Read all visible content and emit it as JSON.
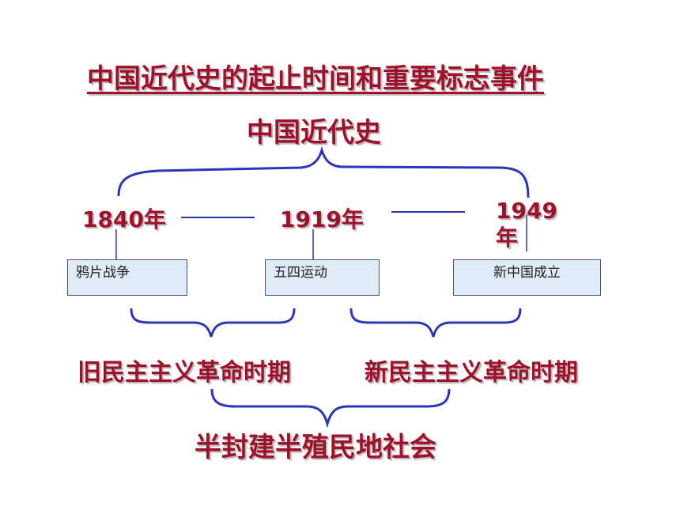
{
  "title": "中国近代史的起止时间和重要标志事件",
  "subtitle": "中国近代史",
  "years": [
    "1840年",
    "1919年",
    "1949\n年"
  ],
  "events": [
    "鸦片战争",
    "五四运动",
    "新中国成立"
  ],
  "periods": [
    "旧民主主义革命时期",
    "新民主主义革命时期"
  ],
  "society": "半封建半殖民地社会",
  "colors": {
    "text": "#a0102a",
    "bracket": "#2b35b8",
    "box_fill": "#e0ebf8",
    "box_border": "#3f4f8f"
  }
}
